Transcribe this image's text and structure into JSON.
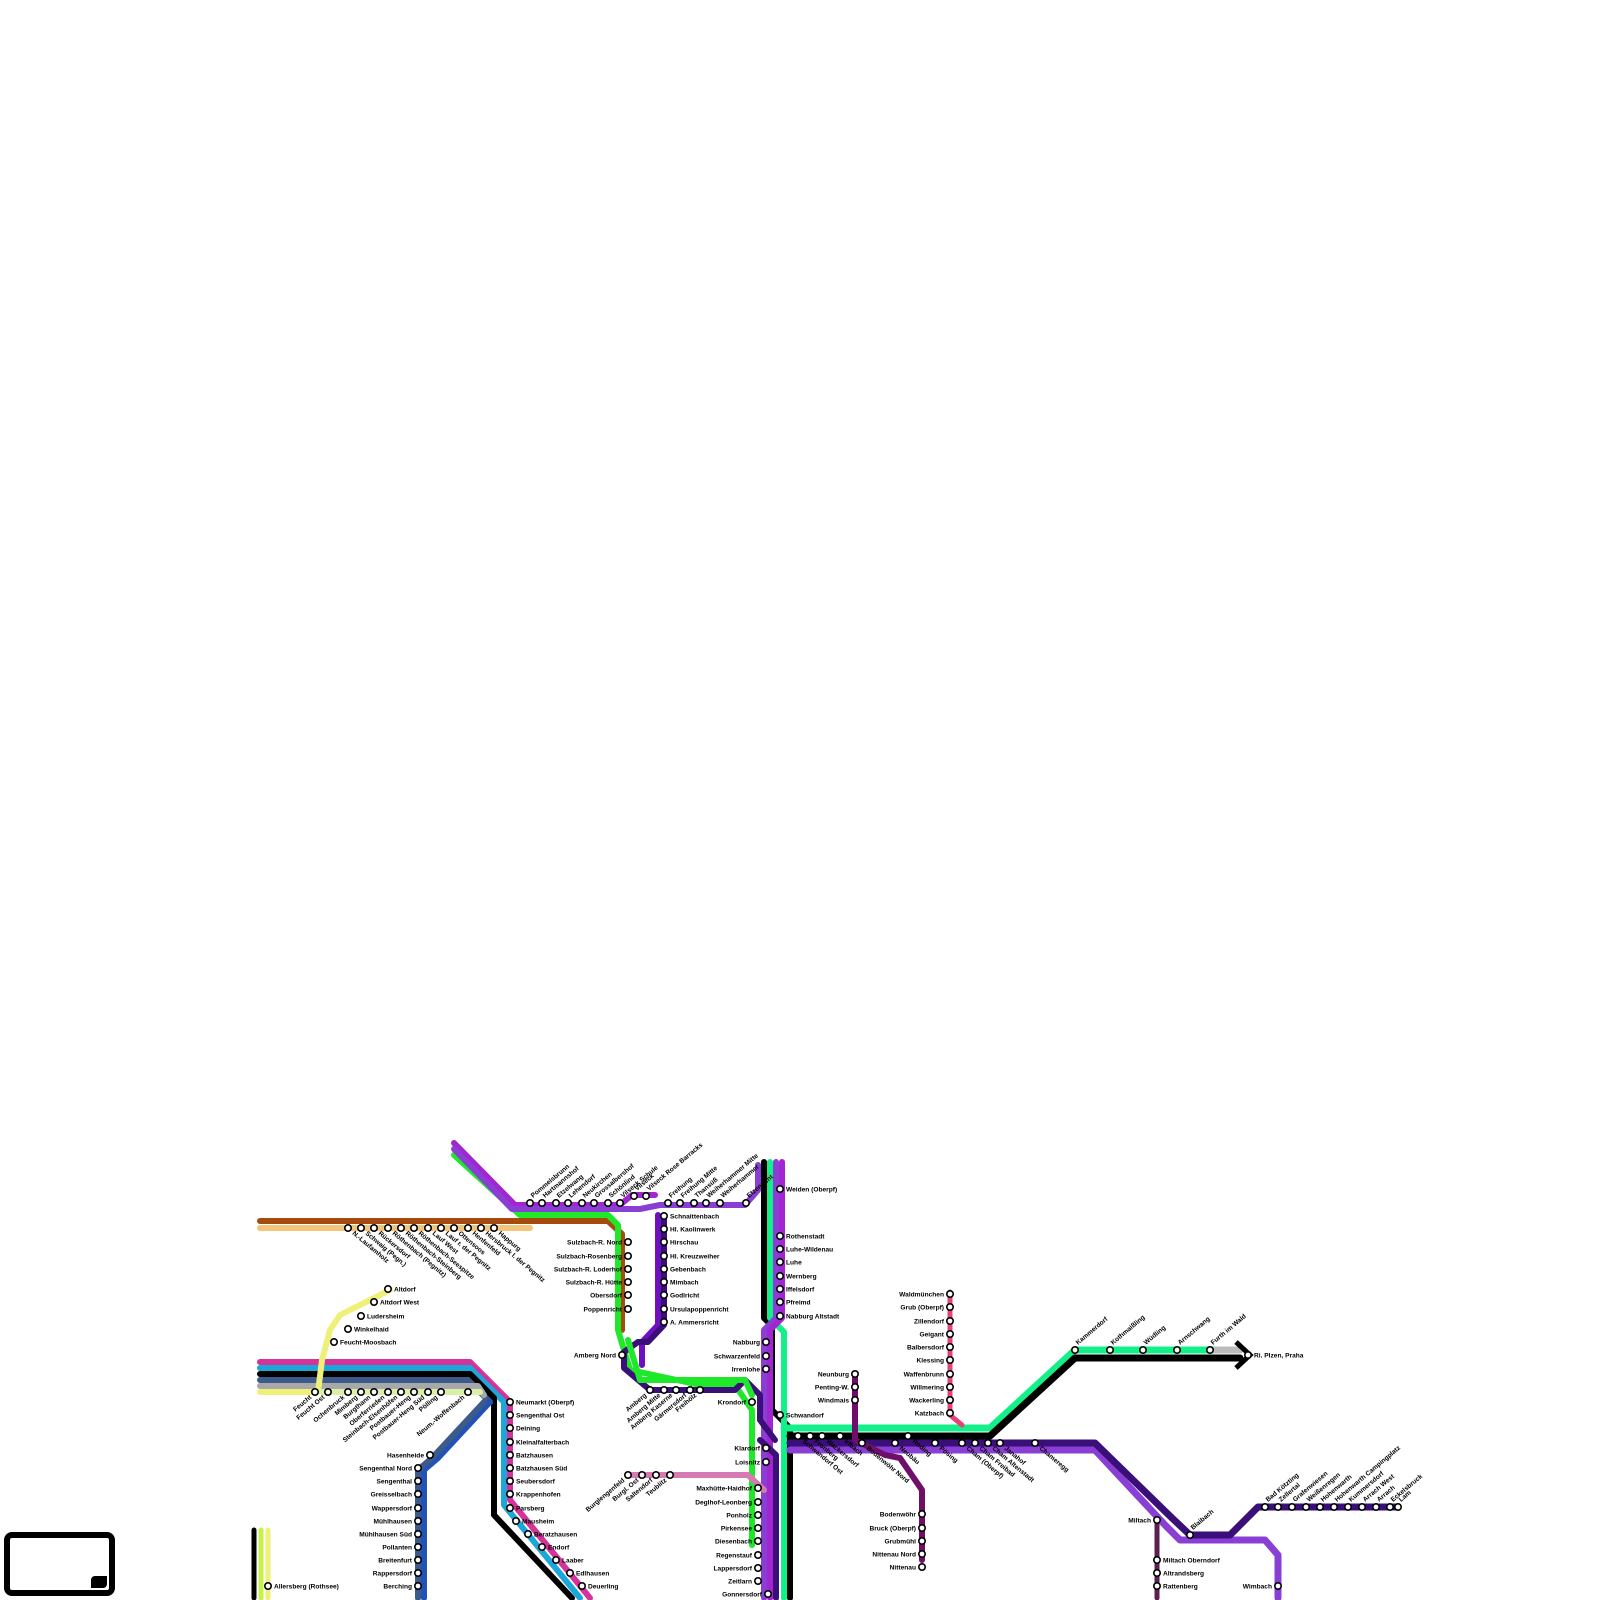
{
  "colors": {
    "black": "#000000",
    "green": "#1fe82b",
    "mint": "#14f089",
    "violet": "#8a3fd4",
    "purple": "#a325d1",
    "darkpurple": "#3a0f7a",
    "plum": "#6f0f6a",
    "pink": "#e8407a",
    "rose": "#d67ab3",
    "brown": "#a64b0f",
    "sand": "#f3c57b",
    "yellow": "#eef07a",
    "lime": "#c6f04a",
    "cyan": "#1ba7d8",
    "teal": "#2f8a8a",
    "blue": "#2152b8",
    "slate": "#3c5a8a",
    "magenta": "#d6329b",
    "grey": "#a8a8a8",
    "lightgreen": "#c8f08a"
  },
  "stations": {
    "hartmannshof": "Hartmannshof",
    "pommelsbrunn": "Pommelsbrunn",
    "etzelwang": "Etzelwang",
    "lehendorf": "Lehendorf",
    "neukirchen": "Neukirchen",
    "grossalbershof": "Grossalbershof",
    "schoenlind": "Schönlind",
    "vilseck_schule": "Vilseck Schule",
    "vilseck": "Vilseck",
    "vilseck_rose": "Vilseck Rose Barracks",
    "freihung": "Freihung",
    "freihung_mitte": "Freihung Mitte",
    "thansueß": "Thansüß",
    "weiherhammer_mitte": "Weiherhammer Mitte",
    "weiherhammer": "Weiherhammer",
    "etzenricht": "Etzenricht",
    "weiden": "Weiden (Oberpf)",
    "rothenstadt": "Rothenstadt",
    "luhe_wildenau": "Luhe-Wildenau",
    "luhe": "Luhe",
    "wernberg": "Wernberg",
    "iffelsdorf": "Iffelsdorf",
    "pfreimd": "Pfreimd",
    "nabburg_altstadt": "Nabburg Altstadt",
    "nabburg": "Nabburg",
    "schwarzenfeld": "Schwarzenfeld",
    "irrenlohe": "Irrenlohe",
    "schwandorf": "Schwandorf",
    "schnaittenbach": "Schnaittenbach",
    "kaolinwerk": "Hl. Kaolinwerk",
    "hirschau": "Hirschau",
    "kreuzweiher": "Hl. Kreuzweiher",
    "gebenbach": "Gebenbach",
    "mimbach": "Mimbach",
    "godlricht": "Godlricht",
    "ursulapoppenricht": "Ursulapoppenricht",
    "ammersricht": "A. Ammersricht",
    "sr_nord": "Sulzbach-R. Nord",
    "sr_rosenberg": "Sulzbach-Rosenberg",
    "sr_loderhof": "Sulzbach-R. Loderhof",
    "sr_huette": "Sulzbach-R. Hütte",
    "obersdorf": "Obersdorf",
    "poppenricht": "Poppenricht",
    "amberg_nord": "Amberg Nord",
    "amberg": "Amberg",
    "amberg_mitte": "Amberg Mitte",
    "amberg_kaserne": "Amberg Kaserne",
    "gaernersdorf": "Gärmersdorf",
    "freihoelz": "Freihölz",
    "krondorf": "Krondorf",
    "altdorf": "Altdorf",
    "altdorf_west": "Altdorf West",
    "ludersheim": "Ludersheim",
    "winkelhaid": "Winkelhaid",
    "feucht_moosbach": "Feucht-Moosbach",
    "feucht": "Feucht",
    "feucht_ost": "Feucht Ost",
    "ochenbruck": "Ochenbruck",
    "mimberg": "Mimberg",
    "burgthann": "Burgthann",
    "oberferrieden": "Oberferrieden",
    "postbauer_heng": "Postbauer-Heng",
    "postbauer_heng_sued": "Postbauer-Heng Süd",
    "pilling": "Pölling",
    "woffenbach": "Neum.-Woffenbach",
    "neumarkt": "Neumarkt (Oberpf)",
    "sengenthal_ost": "Sengenthal Ost",
    "deining": "Deining",
    "kleinalfalterbach": "Kleinalfalterbach",
    "batzhausen": "Batzhausen",
    "batzhausen_sued": "Batzhausen Süd",
    "seubersdorf": "Seubersdorf",
    "krappenhofen": "Krappenhofen",
    "parsberg": "Parsberg",
    "mausheim": "Mausheim",
    "beratzhausen": "Beratzhausen",
    "endorf": "Endorf",
    "laaber": "Laaber",
    "edlhausen": "Edlhausen",
    "deuerling": "Deuerling",
    "hasenheide": "Hasenheide",
    "sengenthal_nord": "Sengenthal Nord",
    "sengenthal": "Sengenthal",
    "greisselbach": "Greisselbach",
    "wappersdorf": "Wappersdorf",
    "muehlhausen": "Mühlhausen",
    "muehlhausen_sued": "Mühlhausen Süd",
    "pollanten": "Pollanten",
    "breitenfurt": "Breitenfurt",
    "rappersdorf": "Rappersdorf",
    "berching": "Berching",
    "allersberg": "Allersberg (Rothsee)",
    "n_laufamholz": "N.-Laufamholz",
    "schwaig": "Schwaig (Pegn.)",
    "rueckersdorf": "Rückersdorf",
    "roethenbach": "Röthenbach (Pegnitz)",
    "roethenbach_steinberg": "Röthenbach-Steinberg",
    "roethenbach_seespitze": "Röthenbach-Seespitze",
    "lauf_west": "Lauf West",
    "lauf": "Lauf r. der Pegnitz",
    "ottensoos": "Ottensoos",
    "henfenfeld": "Henfenfeld",
    "hersbruck": "Hersbruck l. der Pegnitz",
    "happurg": "Happurg",
    "steinbach": "Steinbach-Elsenhöfen",
    "klardorf": "Klardorf",
    "loisnitz": "Loisnitz",
    "maxhuette": "Maxhütte-Haidhof",
    "deglhof": "Deglhof-Leonberg",
    "ponholz": "Ponholz",
    "pirkensee": "Pirkensee",
    "diesenbach": "Diesenbach",
    "regenstauf": "Regenstauf",
    "lappersdorf": "Lappersdorf",
    "zeitlarn": "Zeitlarn",
    "gonnersdorf": "Gonnersdorf",
    "burglengenfeld": "Burglengenfeld",
    "burgl_ost": "Burgl. Ost",
    "saltendorf": "Saltendorf",
    "teublitz": "Teublitz",
    "schwandorf_ost": "Schwandorf Ost",
    "fronberg": "Fronberg",
    "wackersdorf": "Wackersdorf",
    "irlbach": "Irlbach",
    "bodenwoehr_nord": "Bodenwöhr Nord",
    "neubaeu": "Neubäu",
    "roding": "Roding",
    "pösing": "Pösing",
    "cham": "Cham (Oberpf)",
    "cham_freibad": "Cham Freibad",
    "cham_altenstadt": "Cham Altenstadt",
    "janahof": "Janahof",
    "chameregg": "Chameregg",
    "kammerdorf": "Kammerdorf",
    "kothmaissling": "Kothmaißling",
    "wuedling": "Wüdling",
    "arnschwang": "Arnschwang",
    "further_wald": "Furth im Wald",
    "plzen": "Ri. Plzen, Praha",
    "waldmuenchen": "Waldmünchen",
    "grub": "Grub (Oberpf)",
    "zillendorf": "Zillendorf",
    "geigant": "Geigant",
    "balbersdorf": "Balbersdorf",
    "klessing": "Klessing",
    "waffenbrunn": "Waffenbrunn",
    "willmering": "Willmering",
    "wackerling": "Wackerling",
    "katzbach": "Katzbach",
    "neunburg": "Neunburg",
    "penting": "Penting-W.",
    "windmais": "Windmais",
    "bodenwoehr": "Bodenwöhr",
    "bruck": "Bruck (Oberpf)",
    "grubmuehl": "Grubmühl",
    "nittenau_nord": "Nittenau Nord",
    "nittenau": "Nittenau",
    "miltach": "Miltach",
    "miltach_oberndorf": "Miltach Oberndorf",
    "altrandsberg": "Altrandsberg",
    "rattenberg": "Rattenberg",
    "blaibach": "Blaibach",
    "wimbach": "Wimbach",
    "bad_koetzting": "Bad Kötzting",
    "zellertal": "Zellertal",
    "grafenwiesen": "Grafenwiesen",
    "weissenregen": "Weißenregen",
    "hohenwarth": "Hohenwarth",
    "hohenw_camping": "Hohenwarth Campingplatz",
    "kummersdorf": "Kummersdorf",
    "arrach_west": "Arrach West",
    "arrach": "Arrach",
    "eckelsbruck": "Eckelsbruck",
    "lam": "Lam"
  }
}
